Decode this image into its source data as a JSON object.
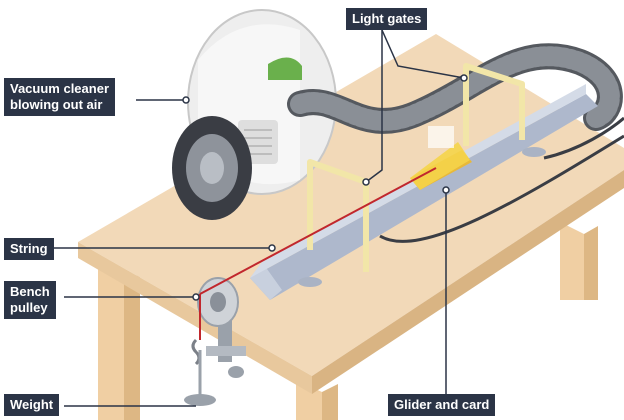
{
  "labels": {
    "vacuum": [
      "Vacuum cleaner",
      "blowing out air"
    ],
    "light_gates": "Light gates",
    "string": "String",
    "pulley": [
      "Bench",
      "pulley"
    ],
    "weight": "Weight",
    "glider": "Glider and card"
  },
  "colors": {
    "label_bg": "#2b3446",
    "label_text": "#ffffff",
    "bench_top": "#f2d9b8",
    "bench_edge": "#e3c39a",
    "string": "#c1272d",
    "gate": "#f2e6a8",
    "card": "#f5d44a"
  }
}
